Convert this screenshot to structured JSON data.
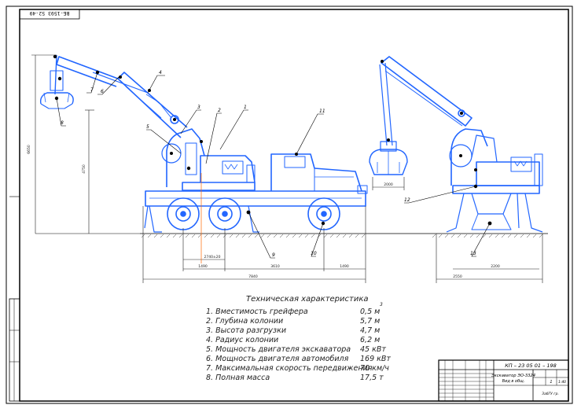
{
  "stamp_code": "ВБ-1593 52-49",
  "tech_title": "Техническая характеристика",
  "specs": [
    {
      "label": "1. Вместимость грейфера",
      "value": "0,5 м"
    },
    {
      "label": "2. Глубина колонии",
      "value": "5,7 м"
    },
    {
      "label": "3. Высота разгрузки",
      "value": "4,7 м"
    },
    {
      "label": "4. Радиус колонии",
      "value": "6,2 м"
    },
    {
      "label": "5. Мощность двигателя экскаватора",
      "value": "45 кВт"
    },
    {
      "label": "6. Мощность двигателя автомобиля",
      "value": "169 кВт"
    },
    {
      "label": "7. Максимальная скорость передвижения",
      "value": "70 км/ч"
    },
    {
      "label": "8. Полная масса",
      "value": "17,5 т"
    }
  ],
  "spec_superscript": "3",
  "callouts": [
    "1",
    "2",
    "3",
    "4",
    "5",
    "6",
    "7",
    "8",
    "9",
    "10",
    "11",
    "12",
    "13"
  ],
  "dims": {
    "height_left": "6650",
    "height_mid": "4750",
    "offset_low": "2740±20",
    "span_a": "1490",
    "span_b": "3610",
    "span_c": "1490",
    "total_len": "7840",
    "bucket_width": "2000",
    "right_total": "2550",
    "right_span": "2200"
  },
  "title_block": {
    "code": "КП – 23 05 01 – 198",
    "name_line1": "Экскаватор ЭО-3324",
    "name_line2": "Вид в общ.",
    "sheet": "1",
    "scale": "1:40",
    "org": "ЗабГУ гр."
  },
  "colors": {
    "machine": "#2266ff",
    "frame": "#000000",
    "dimension": "#222222"
  }
}
